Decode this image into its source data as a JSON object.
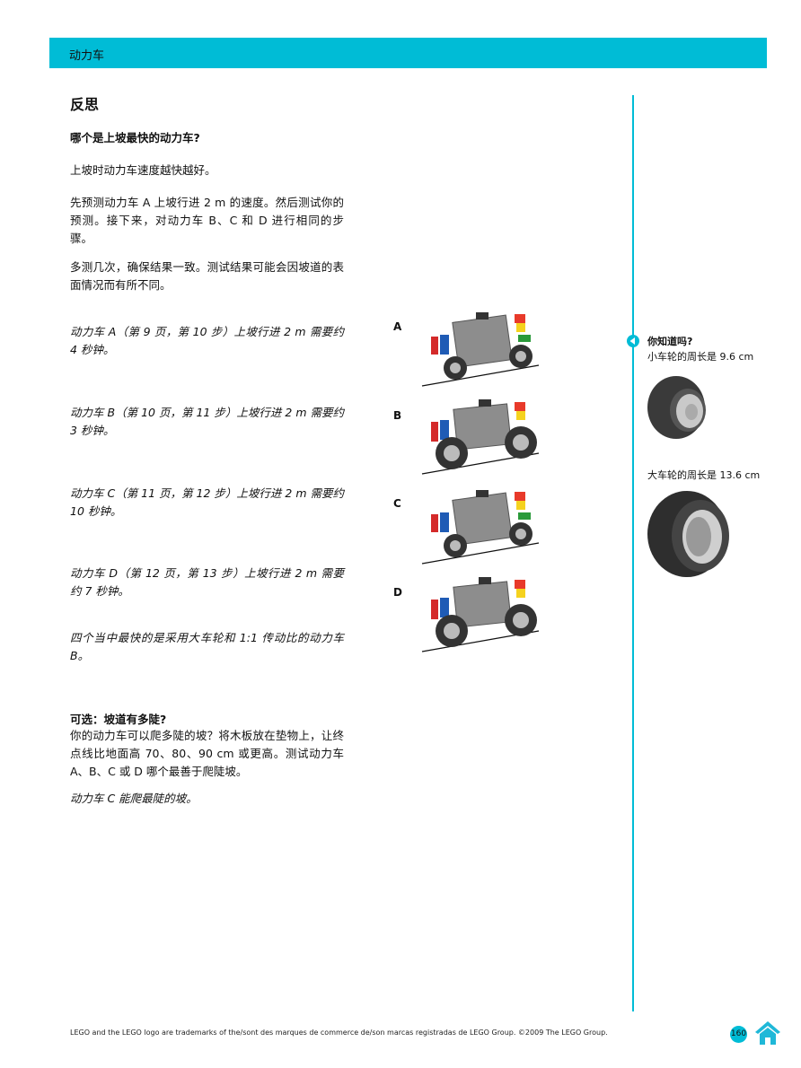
{
  "header": {
    "title": "动力车"
  },
  "section": {
    "title": "反思"
  },
  "main": {
    "question_heading": "哪个是上坡最快的动力车?",
    "intro": "上坡时动力车速度越快越好。",
    "instructions": "先预测动力车 A 上坡行进 2 m 的速度。然后测试你的预测。接下来，对动力车 B、C 和 D 进行相同的步骤。",
    "repeat_note": "多测几次，确保结果一致。测试结果可能会因坡道的表面情况而有所不同。",
    "results": [
      {
        "label": "A",
        "text": "动力车 A（第 9 页，第 10 步）上坡行进 2 m 需要约 4 秒钟。"
      },
      {
        "label": "B",
        "text": "动力车 B（第 10 页，第 11 步）上坡行进 2 m 需要约 3 秒钟。"
      },
      {
        "label": "C",
        "text": "动力车 C（第 11 页，第 12 步）上坡行进 2 m 需要约 10 秒钟。"
      },
      {
        "label": "D",
        "text": "动力车 D（第 12 页，第 13 步）上坡行进 2 m 需要约 7 秒钟。"
      }
    ],
    "conclusion": "四个当中最快的是采用大车轮和 1:1 传动比的动力车 B。",
    "optional_heading": "可选：坡道有多陡?",
    "optional_text": "你的动力车可以爬多陡的坡？将木板放在垫物上，让终点线比地面高 70、80、90 cm 或更高。测试动力车 A、B、C 或 D 哪个最善于爬陡坡。",
    "optional_answer": "动力车 C 能爬最陡的坡。"
  },
  "sidebar": {
    "did_you_know": "你知道吗?",
    "small_wheel": "小车轮的周长是 9.6 cm",
    "large_wheel": "大车轮的周长是 13.6 cm"
  },
  "footer": {
    "legal": "LEGO and the LEGO logo are trademarks of the/sont des marques de commerce de/son marcas registradas de LEGO Group. ©2009 The LEGO Group.",
    "page_number": "160"
  },
  "colors": {
    "accent": "#00bcd6"
  }
}
